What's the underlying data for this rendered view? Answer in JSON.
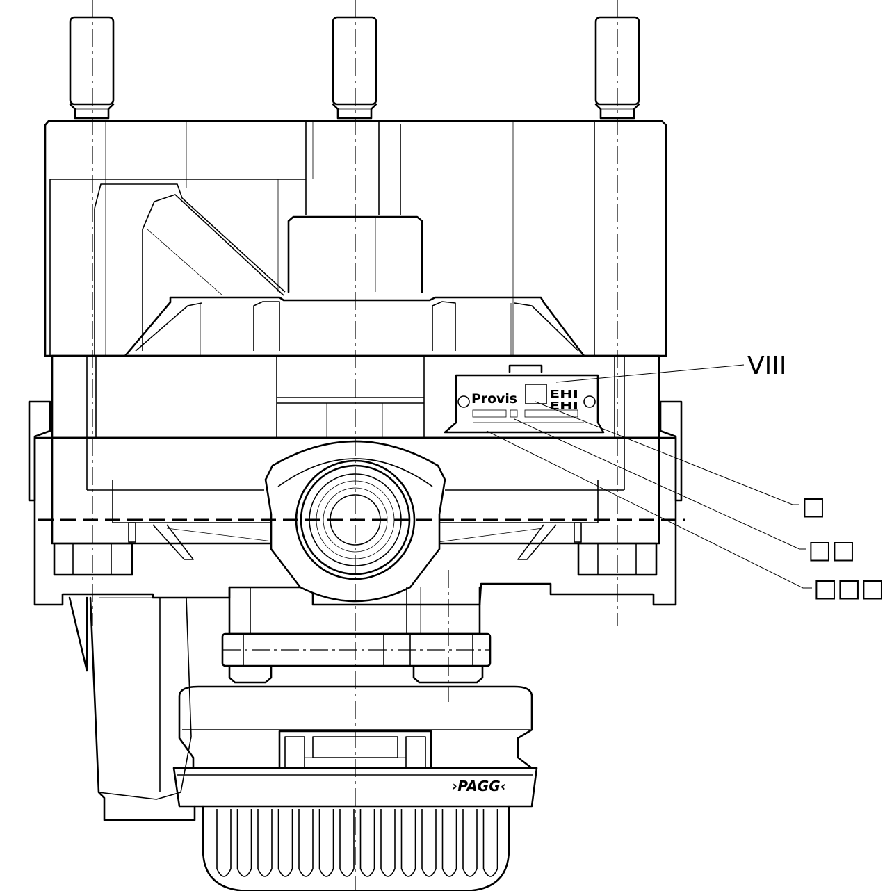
{
  "callouts": {
    "viii": "VIII",
    "one": "□",
    "two": "□□",
    "three": "□□□"
  },
  "nameplate": {
    "brand": "Provis",
    "mark_top": "EHI",
    "mark_bottom": "EHI"
  },
  "cover_logo": "›PAGG‹"
}
